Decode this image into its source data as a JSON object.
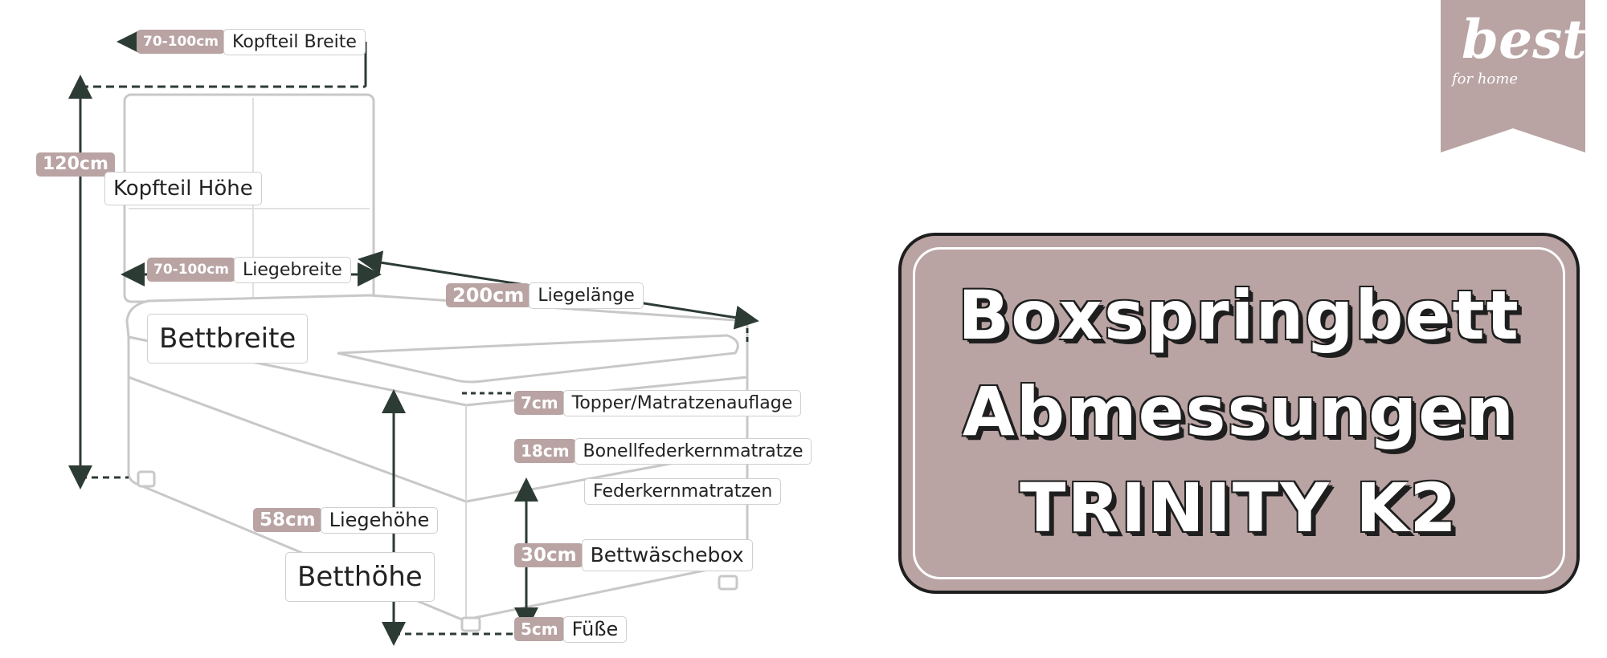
{
  "logo": {
    "text": "best",
    "subtext": "for home",
    "color": "#b9a3a3"
  },
  "banner": {
    "lines": [
      "Boxspringbett",
      "Abmessungen",
      "TRINITY K2"
    ],
    "fill": "#b9a3a3",
    "border": "#1e1e1e"
  },
  "labels": {
    "kopfteil_breite": {
      "value": "70-100cm",
      "text": "Kopfteil Breite"
    },
    "kopfteil_hoehe": {
      "value": "120cm",
      "text": "Kopfteil Höhe"
    },
    "liegebreite": {
      "value": "70-100cm",
      "text": "Liegebreite"
    },
    "liegelaenge": {
      "value": "200cm",
      "text": "Liegelänge"
    },
    "bettbreite": {
      "text": "Bettbreite"
    },
    "topper": {
      "value": "7cm",
      "text": "Topper/Matratzenauflage"
    },
    "matratze": {
      "value": "18cm",
      "text": "Bonellfederkernmatratze"
    },
    "federkern": {
      "text": "Federkernmatratzen"
    },
    "liegehoehe": {
      "value": "58cm",
      "text": "Liegehöhe"
    },
    "betthoehe": {
      "text": "Betthöhe"
    },
    "bettwaeschebox": {
      "value": "30cm",
      "text": "Bettwäschebox"
    },
    "fuesse": {
      "value": "5cm",
      "text": "Füße"
    }
  },
  "colors": {
    "accent": "#b9a3a3",
    "line": "#2d3b35",
    "outline": "#c8c8c8"
  }
}
